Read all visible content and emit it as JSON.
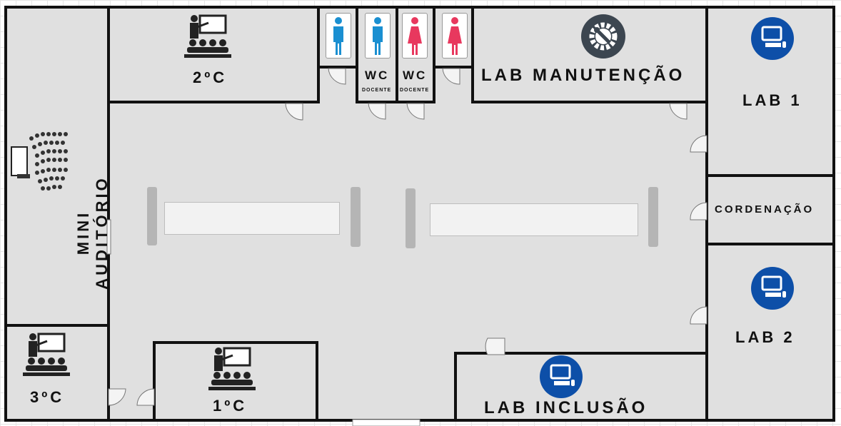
{
  "rooms": {
    "class_2c": "2ºC",
    "class_1c": "1ºC",
    "class_3c": "3ºC",
    "mini_auditorio_line1": "MINI",
    "mini_auditorio_line2": "AUDITÓRIO",
    "wc1": "WC",
    "wc1_sub": "DOCENTE",
    "wc2": "WC",
    "wc2_sub": "DOCENTE",
    "lab_manutencao": "LAB MANUTENÇÃO",
    "lab1": "LAB 1",
    "cordenacao": "CORDENAÇÃO",
    "lab2": "LAB 2",
    "lab_inclusao": "LAB INCLUSÃO"
  },
  "icons": {
    "classroom": "teacher-classroom-icon",
    "auditorium": "auditorium-seating-icon",
    "male_wc": "male-restroom-icon",
    "female_wc": "female-restroom-icon",
    "maintenance": "gear-wrench-icon",
    "computer": "computer-workstation-icon"
  },
  "colors": {
    "wall": "#111111",
    "floor": "#e0e0e0",
    "computer_badge": "#0d4fa8",
    "maintenance_badge": "#3c4650",
    "male_wc": "#1a8fd1",
    "female_wc": "#e8385e"
  }
}
